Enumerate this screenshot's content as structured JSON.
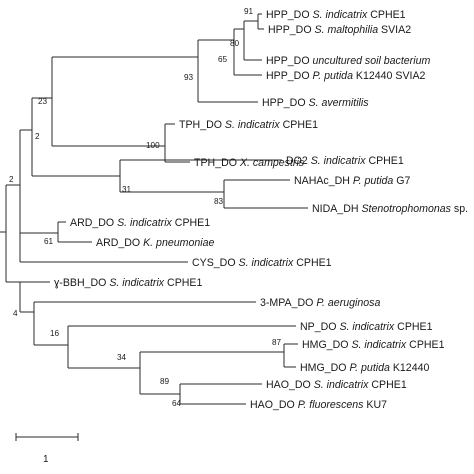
{
  "tree": {
    "leaves": {
      "hpp_sind": {
        "prefix": "HPP_DO ",
        "species": "S. indicatrix",
        "suffix": " CPHE1"
      },
      "hpp_smal": {
        "prefix": "HPP_DO ",
        "species": "S. maltophilia",
        "suffix": " SVIA2"
      },
      "hpp_unc": {
        "prefix": "HPP_DO ",
        "species": "uncultured soil bacterium",
        "suffix": ""
      },
      "hpp_pput": {
        "prefix": "HPP_DO ",
        "species": "P. putida",
        "suffix": " K12440 SVIA2"
      },
      "hpp_save": {
        "prefix": "HPP_DO ",
        "species": "S. avermitilis",
        "suffix": ""
      },
      "tph_sind": {
        "prefix": "TPH_DO ",
        "species": "S. indicatrix",
        "suffix": " CPHE1"
      },
      "tph_xcam": {
        "prefix": "TPH_DO ",
        "species": "X. campestris",
        "suffix": ""
      },
      "do2_sind": {
        "prefix": "DO2 ",
        "species": "S. indicatrix",
        "suffix": " CPHE1"
      },
      "nahac": {
        "prefix": "NAHAc_DH ",
        "species": "P. putida",
        "suffix": " G7"
      },
      "nida": {
        "prefix": "NIDA_DH ",
        "species": "Stenotrophomonas",
        "suffix": " sp."
      },
      "ard_sind": {
        "prefix": "ARD_DO ",
        "species": "S. indicatrix",
        "suffix": " CPHE1"
      },
      "ard_kpn": {
        "prefix": "ARD_DO ",
        "species": "K. pneumoniae",
        "suffix": ""
      },
      "cys_sind": {
        "prefix": "CYS_DO ",
        "species": "S. indicatrix",
        "suffix": " CPHE1"
      },
      "gbbh_sind": {
        "prefix": "ɣ-BBH_DO ",
        "species": "S. indicatrix",
        "suffix": " CPHE1"
      },
      "mpa_paer": {
        "prefix": "3-MPA_DO ",
        "species": "P. aeruginosa",
        "suffix": ""
      },
      "np_sind": {
        "prefix": "NP_DO ",
        "species": "S. indicatrix",
        "suffix": " CPHE1"
      },
      "hmg_sind": {
        "prefix": "HMG_DO ",
        "species": "S. indicatrix",
        "suffix": " CPHE1"
      },
      "hmg_pput": {
        "prefix": "HMG_DO ",
        "species": "P. putida",
        "suffix": " K12440"
      },
      "hao_sind": {
        "prefix": "HAO_DO ",
        "species": "S. indicatrix",
        "suffix": " CPHE1"
      },
      "hao_pflu": {
        "prefix": "HAO_DO ",
        "species": "P. fluorescens",
        "suffix": " KU7"
      }
    },
    "bootstrap": {
      "b91": "91",
      "b80": "80",
      "b65": "65",
      "b93": "93",
      "b23": "23",
      "b100": "100",
      "b2a": "2",
      "b31": "31",
      "b83": "83",
      "b2b": "2",
      "b61": "61",
      "b4": "4",
      "b16": "16",
      "b87": "87",
      "b34": "34",
      "b89": "89",
      "b64": "64"
    },
    "scale_bar_label": "1"
  }
}
